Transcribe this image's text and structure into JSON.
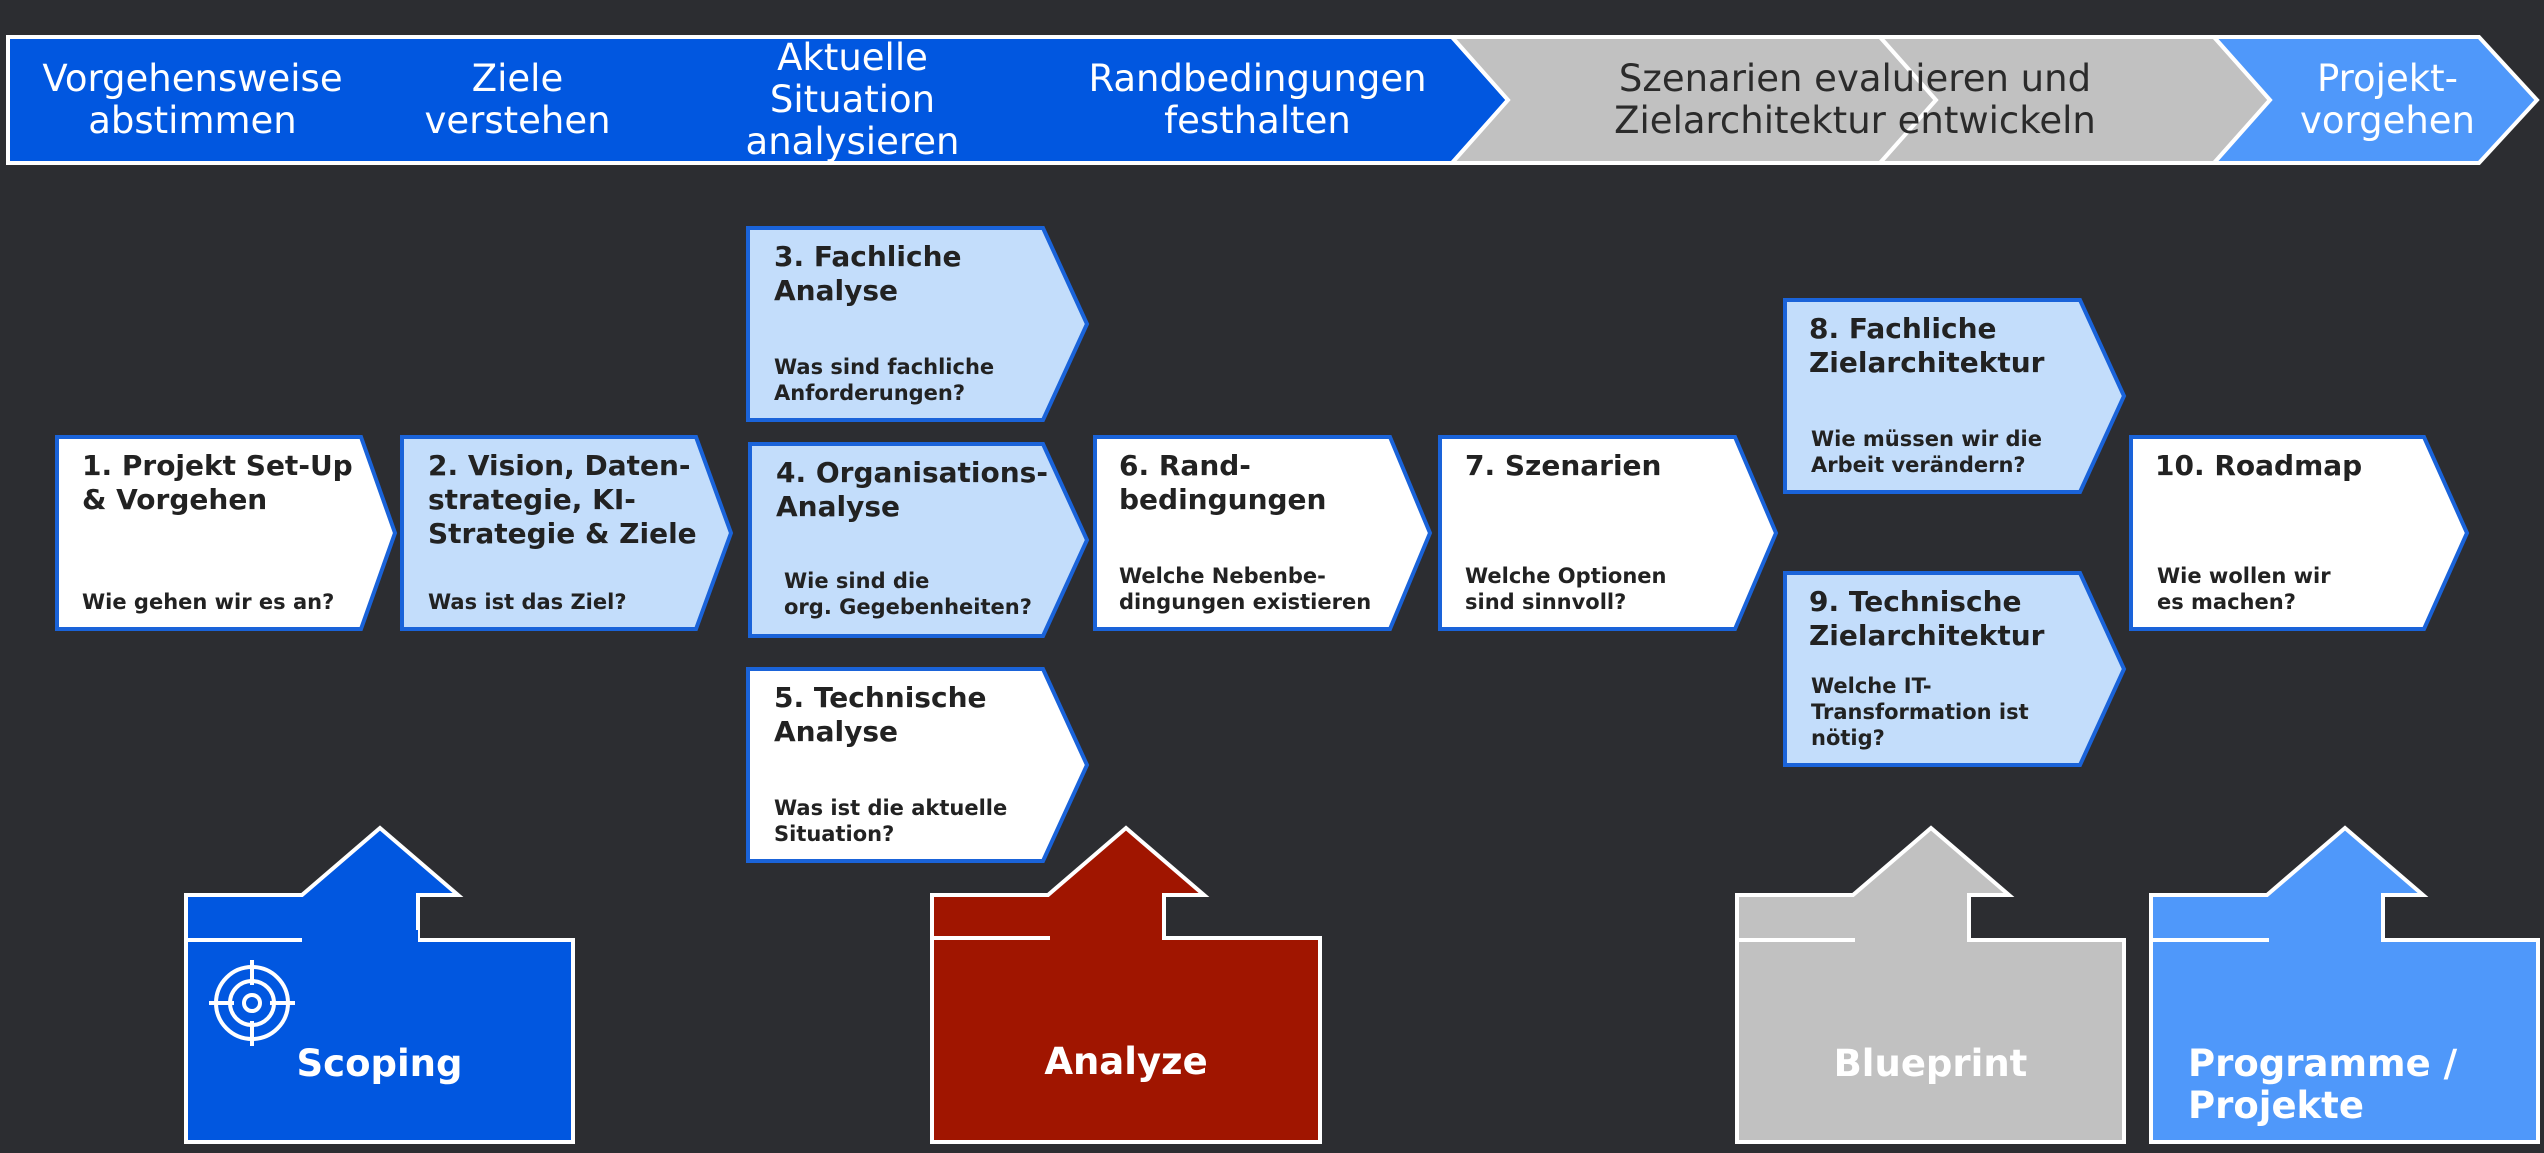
{
  "colors": {
    "background": "#2c2d31",
    "dark_blue": "#0157e0",
    "light_blue": "#c3ddfb",
    "mid_blue": "#4f98fa",
    "grey": "#c1c1c1",
    "red": "#a01500",
    "white": "#ffffff",
    "border_blue": "#1a63d9"
  },
  "banner": {
    "items": [
      "Vorgehensweise\nabstimmen",
      "Ziele\nverstehen",
      "Aktuelle Situation\nanalysieren",
      "Randbedingungen\nfesthalten",
      "Szenarien evaluieren und\nZielarchitektur entwickeln",
      "Projekt-\nvorgehen"
    ]
  },
  "steps": [
    {
      "title": "1. Projekt Set-Up\n& Vorgehen",
      "question": "Wie gehen wir es an?"
    },
    {
      "title": "2. Vision, Daten-\nstrategie, KI-\nStrategie & Ziele",
      "question": "Was ist das Ziel?"
    },
    {
      "title": "3. Fachliche\nAnalyse",
      "question": "Was sind fachliche\nAnforderungen?"
    },
    {
      "title": "4. Organisations-\nAnalyse",
      "question": "Wie sind die\norg. Gegebenheiten?"
    },
    {
      "title": "5. Technische\nAnalyse",
      "question": "Was ist die aktuelle\nSituation?"
    },
    {
      "title": "6. Rand-\nbedingungen",
      "question": "Welche Nebenbe-\ndingungen existieren"
    },
    {
      "title": "7. Szenarien",
      "question": "Welche Optionen\nsind sinnvoll?"
    },
    {
      "title": "8. Fachliche\nZielarchitektur",
      "question": "Wie müssen wir die\nArbeit verändern?"
    },
    {
      "title": "9. Technische\nZielarchitektur",
      "question": "Welche IT-\nTransformation ist\nnötig?"
    },
    {
      "title": "10. Roadmap",
      "question": "Wie wollen wir\nes machen?"
    }
  ],
  "phases": [
    {
      "label": "Scoping",
      "icon": "target-icon"
    },
    {
      "label": "Analyze"
    },
    {
      "label": "Blueprint"
    },
    {
      "label": "Programme /\nProjekte"
    }
  ]
}
